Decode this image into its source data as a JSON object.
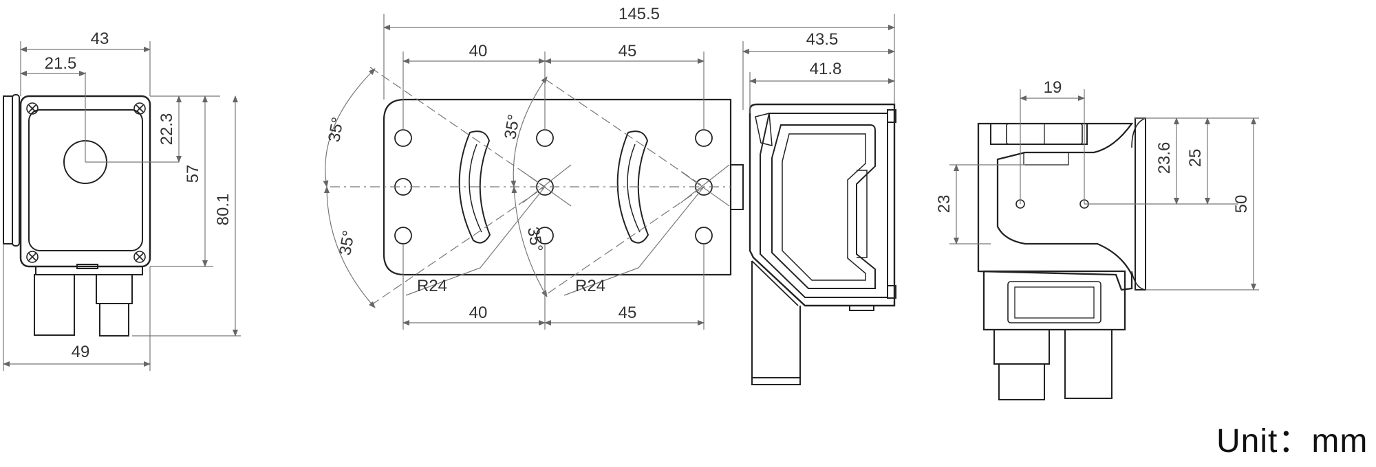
{
  "unit_label": "Unit：mm",
  "front_view": {
    "width_top": "43",
    "center_offset": "21.5",
    "hole_offset": "22.3",
    "height_inner": "57",
    "height_total": "80.1",
    "width_bottom": "49"
  },
  "bracket_view": {
    "overall_length": "145.5",
    "slot_spacing_left_top": "40",
    "slot_spacing_right_top": "45",
    "slot_spacing_left_bottom": "40",
    "slot_spacing_right_bottom": "45",
    "angle_upper_left": "35°",
    "angle_lower_left": "35°",
    "angle_upper_mid": "35°",
    "angle_lower_mid": "35°",
    "radius_left": "R24",
    "radius_right": "R24",
    "depth_outer": "43.5",
    "depth_inner": "41.8"
  },
  "side_view": {
    "hole_spacing": "19",
    "hole_height": "23",
    "upper_offset": "23.6",
    "upper_height": "25",
    "plate_height": "50"
  },
  "colors": {
    "line": "#222222",
    "dim": "#666666",
    "text": "#333333"
  }
}
